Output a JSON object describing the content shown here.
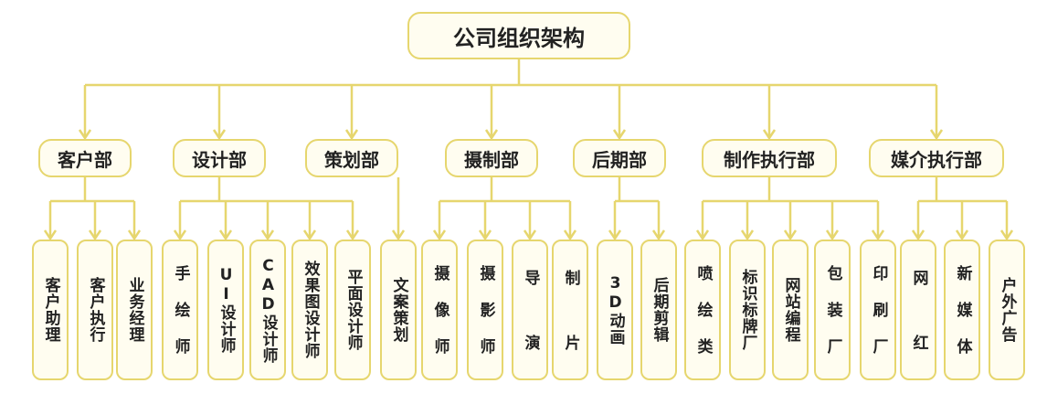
{
  "root": "公司组织架构",
  "colors": {
    "line": "#e6d66e",
    "box_fill": "#fffdf0",
    "text": "#222222"
  },
  "departments": [
    {
      "name": "客户部",
      "children": [
        "客户助理",
        "客户执行",
        "业务经理"
      ]
    },
    {
      "name": "设计部",
      "children": [
        "手绘师",
        "UI设计师",
        "CAD设计师",
        "效果图设计师",
        "平面设计师"
      ]
    },
    {
      "name": "策划部",
      "children": [
        "文案策划"
      ]
    },
    {
      "name": "摄制部",
      "children": [
        "摄像师",
        "摄影师",
        "导演",
        "制片"
      ]
    },
    {
      "name": "后期部",
      "children": [
        "3D动画",
        "后期剪辑"
      ]
    },
    {
      "name": "制作执行部",
      "children": [
        "喷绘类",
        "标识标牌厂",
        "网站编程",
        "包装厂",
        "印刷厂"
      ]
    },
    {
      "name": "媒介执行部",
      "children": [
        "网红",
        "新媒体",
        "户外广告"
      ]
    }
  ]
}
